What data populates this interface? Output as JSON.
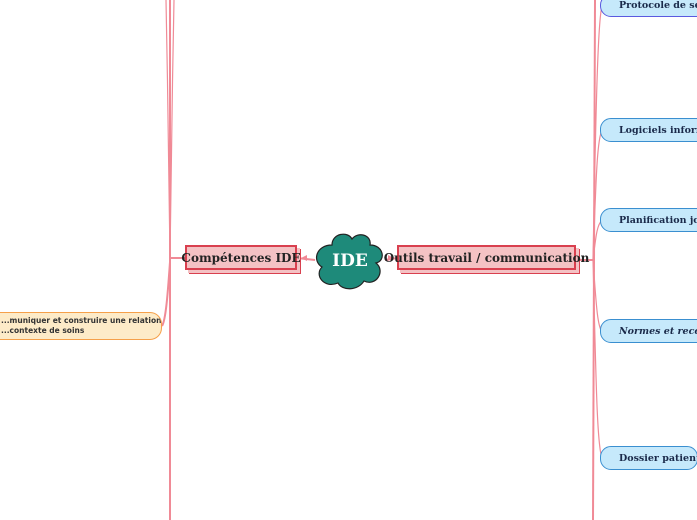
{
  "central": {
    "label": "IDE",
    "color": "#1e8a7a"
  },
  "main_topics": [
    {
      "label": "Compétences IDE"
    },
    {
      "label": "Outils travail / communication"
    }
  ],
  "left_subtopics": [
    {
      "label": "...muniquer et construire une relation",
      "label2": "...contexte de soins"
    }
  ],
  "right_subtopics": [
    {
      "label": "Protocole de servi"
    },
    {
      "label": "Logiciels informat"
    },
    {
      "label": "Planification journ"
    },
    {
      "label": "Normes et recomm"
    },
    {
      "label": "Dossier patient"
    }
  ],
  "colors": {
    "connector": "#f08a96",
    "main_fill": "#f4c2c4",
    "main_border": "#d9404f",
    "sub_fill": "#c6e9fb",
    "orange_fill": "#fdebc8"
  }
}
